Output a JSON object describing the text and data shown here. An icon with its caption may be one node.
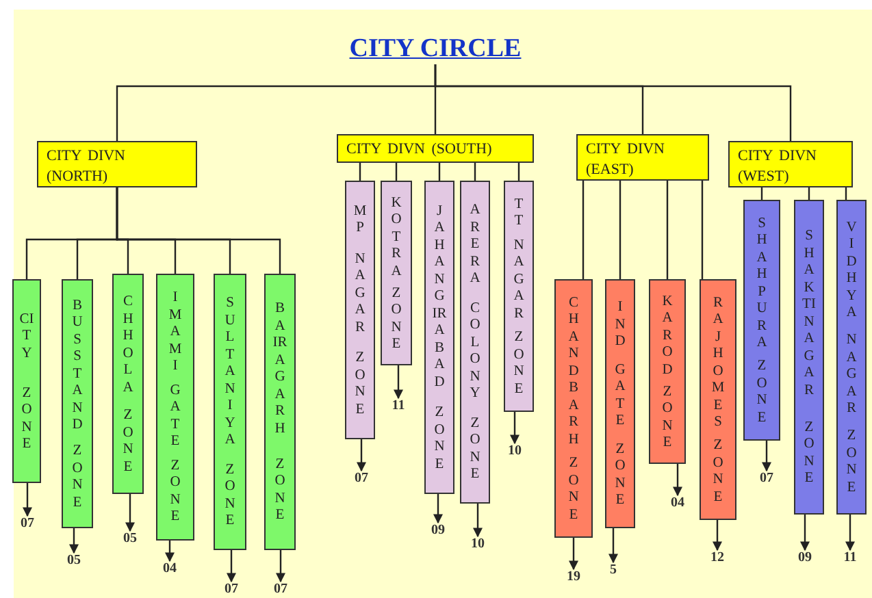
{
  "diagram": {
    "nodes": [
      {
        "text": [
          "CITY CIRCLE"
        ]
      },
      {
        "text": [
          "CITY DIVN (NORTH)"
        ]
      },
      {
        "text": [
          "CITY DIVN (SOUTH)"
        ]
      },
      {
        "text": [
          "CITY DIVN (EAST)"
        ]
      },
      {
        "text": [
          "CITY DIVN (WEST)"
        ]
      },
      {
        "text": [
          "CITY ZONE"
        ]
      },
      {
        "text": [
          "BUSSTAND ZONE"
        ]
      },
      {
        "text": [
          "CHHOLA ZONE"
        ]
      },
      {
        "text": [
          "IMAMI GATE ZONE"
        ]
      },
      {
        "text": [
          "SULTANIYA ZONE"
        ]
      },
      {
        "text": [
          "BAIRAGARH ZONE"
        ]
      },
      {
        "text": [
          "MP NAGAR ZONE"
        ]
      },
      {
        "text": [
          "KOTRA ZONE"
        ]
      },
      {
        "text": [
          "JAHANGIRABAD ZONE"
        ]
      },
      {
        "text": [
          "ARERA COLONY ZONE"
        ]
      },
      {
        "text": [
          "TT NAGAR ZONE"
        ]
      },
      {
        "text": [
          "CHANDBARH ZONE"
        ]
      },
      {
        "text": [
          "IND GATE ZONE"
        ]
      },
      {
        "text": [
          "KAROD ZONE"
        ]
      },
      {
        "text": [
          "RAJHOMES ZONE"
        ]
      },
      {
        "text": [
          "SHAHPURA ZONE"
        ]
      },
      {
        "text": [
          "SHAKTINAGAR ZONE"
        ]
      },
      {
        "text": [
          "VIDHYA NAGAR ZONE"
        ]
      },
      {
        "text": [
          "07"
        ]
      },
      {
        "text": [
          "05"
        ]
      },
      {
        "text": [
          "05"
        ]
      },
      {
        "text": [
          "04"
        ]
      },
      {
        "text": [
          "07"
        ]
      },
      {
        "text": [
          "07"
        ]
      },
      {
        "text": [
          "07"
        ]
      },
      {
        "text": [
          "11"
        ]
      },
      {
        "text": [
          "09"
        ]
      },
      {
        "text": [
          "10"
        ]
      },
      {
        "text": [
          "10"
        ]
      },
      {
        "text": [
          "19"
        ]
      },
      {
        "text": [
          "5"
        ]
      },
      {
        "text": [
          "04"
        ]
      },
      {
        "text": [
          "12"
        ]
      },
      {
        "text": [
          "07"
        ]
      },
      {
        "text": [
          "09"
        ]
      },
      {
        "text": [
          "11"
        ]
      }
    ],
    "edges": [
      {
        "from": 0,
        "to": 1,
        "arrow": "none"
      },
      {
        "from": 0,
        "to": 2,
        "arrow": "none"
      },
      {
        "from": 0,
        "to": 3,
        "arrow": "none"
      },
      {
        "from": 0,
        "to": 4,
        "arrow": "none"
      },
      {
        "from": 1,
        "to": 5,
        "arrow": "none"
      },
      {
        "from": 1,
        "to": 6,
        "arrow": "none"
      },
      {
        "from": 1,
        "to": 7,
        "arrow": "none"
      },
      {
        "from": 1,
        "to": 8,
        "arrow": "none"
      },
      {
        "from": 1,
        "to": 9,
        "arrow": "none"
      },
      {
        "from": 1,
        "to": 10,
        "arrow": "none"
      },
      {
        "from": 2,
        "to": 11,
        "arrow": "none"
      },
      {
        "from": 2,
        "to": 12,
        "arrow": "none"
      },
      {
        "from": 2,
        "to": 13,
        "arrow": "none"
      },
      {
        "from": 2,
        "to": 14,
        "arrow": "none"
      },
      {
        "from": 2,
        "to": 15,
        "arrow": "none"
      },
      {
        "from": 3,
        "to": 16,
        "arrow": "none"
      },
      {
        "from": 3,
        "to": 17,
        "arrow": "none"
      },
      {
        "from": 3,
        "to": 18,
        "arrow": "none"
      },
      {
        "from": 3,
        "to": 19,
        "arrow": "none"
      },
      {
        "from": 4,
        "to": 20,
        "arrow": "none"
      },
      {
        "from": 4,
        "to": 21,
        "arrow": "none"
      },
      {
        "from": 4,
        "to": 22,
        "arrow": "none"
      },
      {
        "from": 5,
        "to": 23,
        "arrow": "to"
      },
      {
        "from": 6,
        "to": 24,
        "arrow": "to"
      },
      {
        "from": 7,
        "to": 25,
        "arrow": "to"
      },
      {
        "from": 8,
        "to": 26,
        "arrow": "to"
      },
      {
        "from": 9,
        "to": 27,
        "arrow": "to"
      },
      {
        "from": 10,
        "to": 28,
        "arrow": "to"
      },
      {
        "from": 11,
        "to": 29,
        "arrow": "to"
      },
      {
        "from": 12,
        "to": 30,
        "arrow": "to"
      },
      {
        "from": 13,
        "to": 31,
        "arrow": "to"
      },
      {
        "from": 14,
        "to": 32,
        "arrow": "to"
      },
      {
        "from": 15,
        "to": 33,
        "arrow": "to"
      },
      {
        "from": 16,
        "to": 34,
        "arrow": "to"
      },
      {
        "from": 17,
        "to": 35,
        "arrow": "to"
      },
      {
        "from": 18,
        "to": 36,
        "arrow": "to"
      },
      {
        "from": 19,
        "to": 37,
        "arrow": "to"
      },
      {
        "from": 20,
        "to": 38,
        "arrow": "to"
      },
      {
        "from": 21,
        "to": 39,
        "arrow": "to"
      },
      {
        "from": 22,
        "to": 40,
        "arrow": "to"
      }
    ]
  }
}
